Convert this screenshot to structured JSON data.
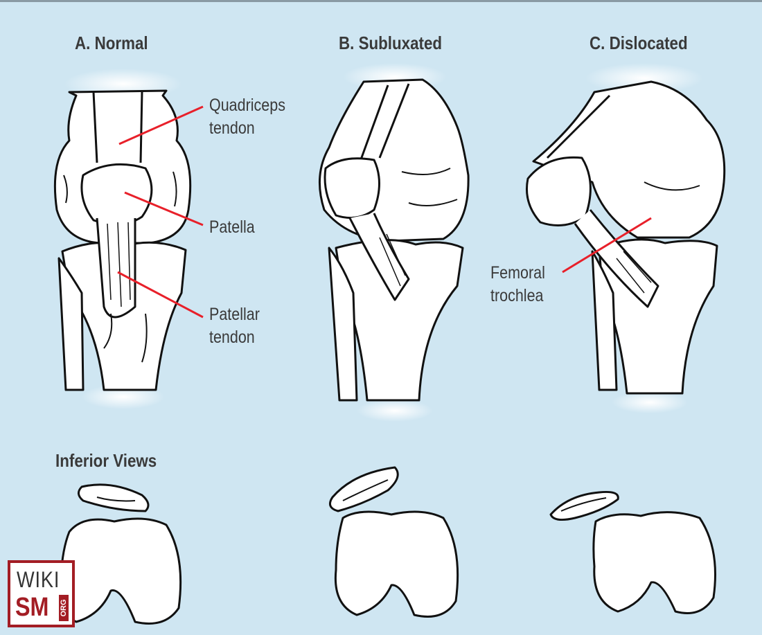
{
  "panels": {
    "normal_title": "A. Normal",
    "subluxated_title": "B. Subluxated",
    "dislocated_title": "C. Dislocated",
    "inferior_title": "Inferior Views"
  },
  "annotations": {
    "quadriceps_l1": "Quadriceps",
    "quadriceps_l2": "tendon",
    "patella": "Patella",
    "patellar_l1": "Patellar",
    "patellar_l2": "tendon",
    "femoral_l1": "Femoral",
    "femoral_l2": "trochlea"
  },
  "logo": {
    "wiki": "WIKI",
    "sm": "SM",
    "org": "ORG"
  },
  "colors": {
    "background": "#cfe6f2",
    "leader_line": "#e8202a",
    "logo_red": "#a31d24",
    "outline": "#111111"
  }
}
